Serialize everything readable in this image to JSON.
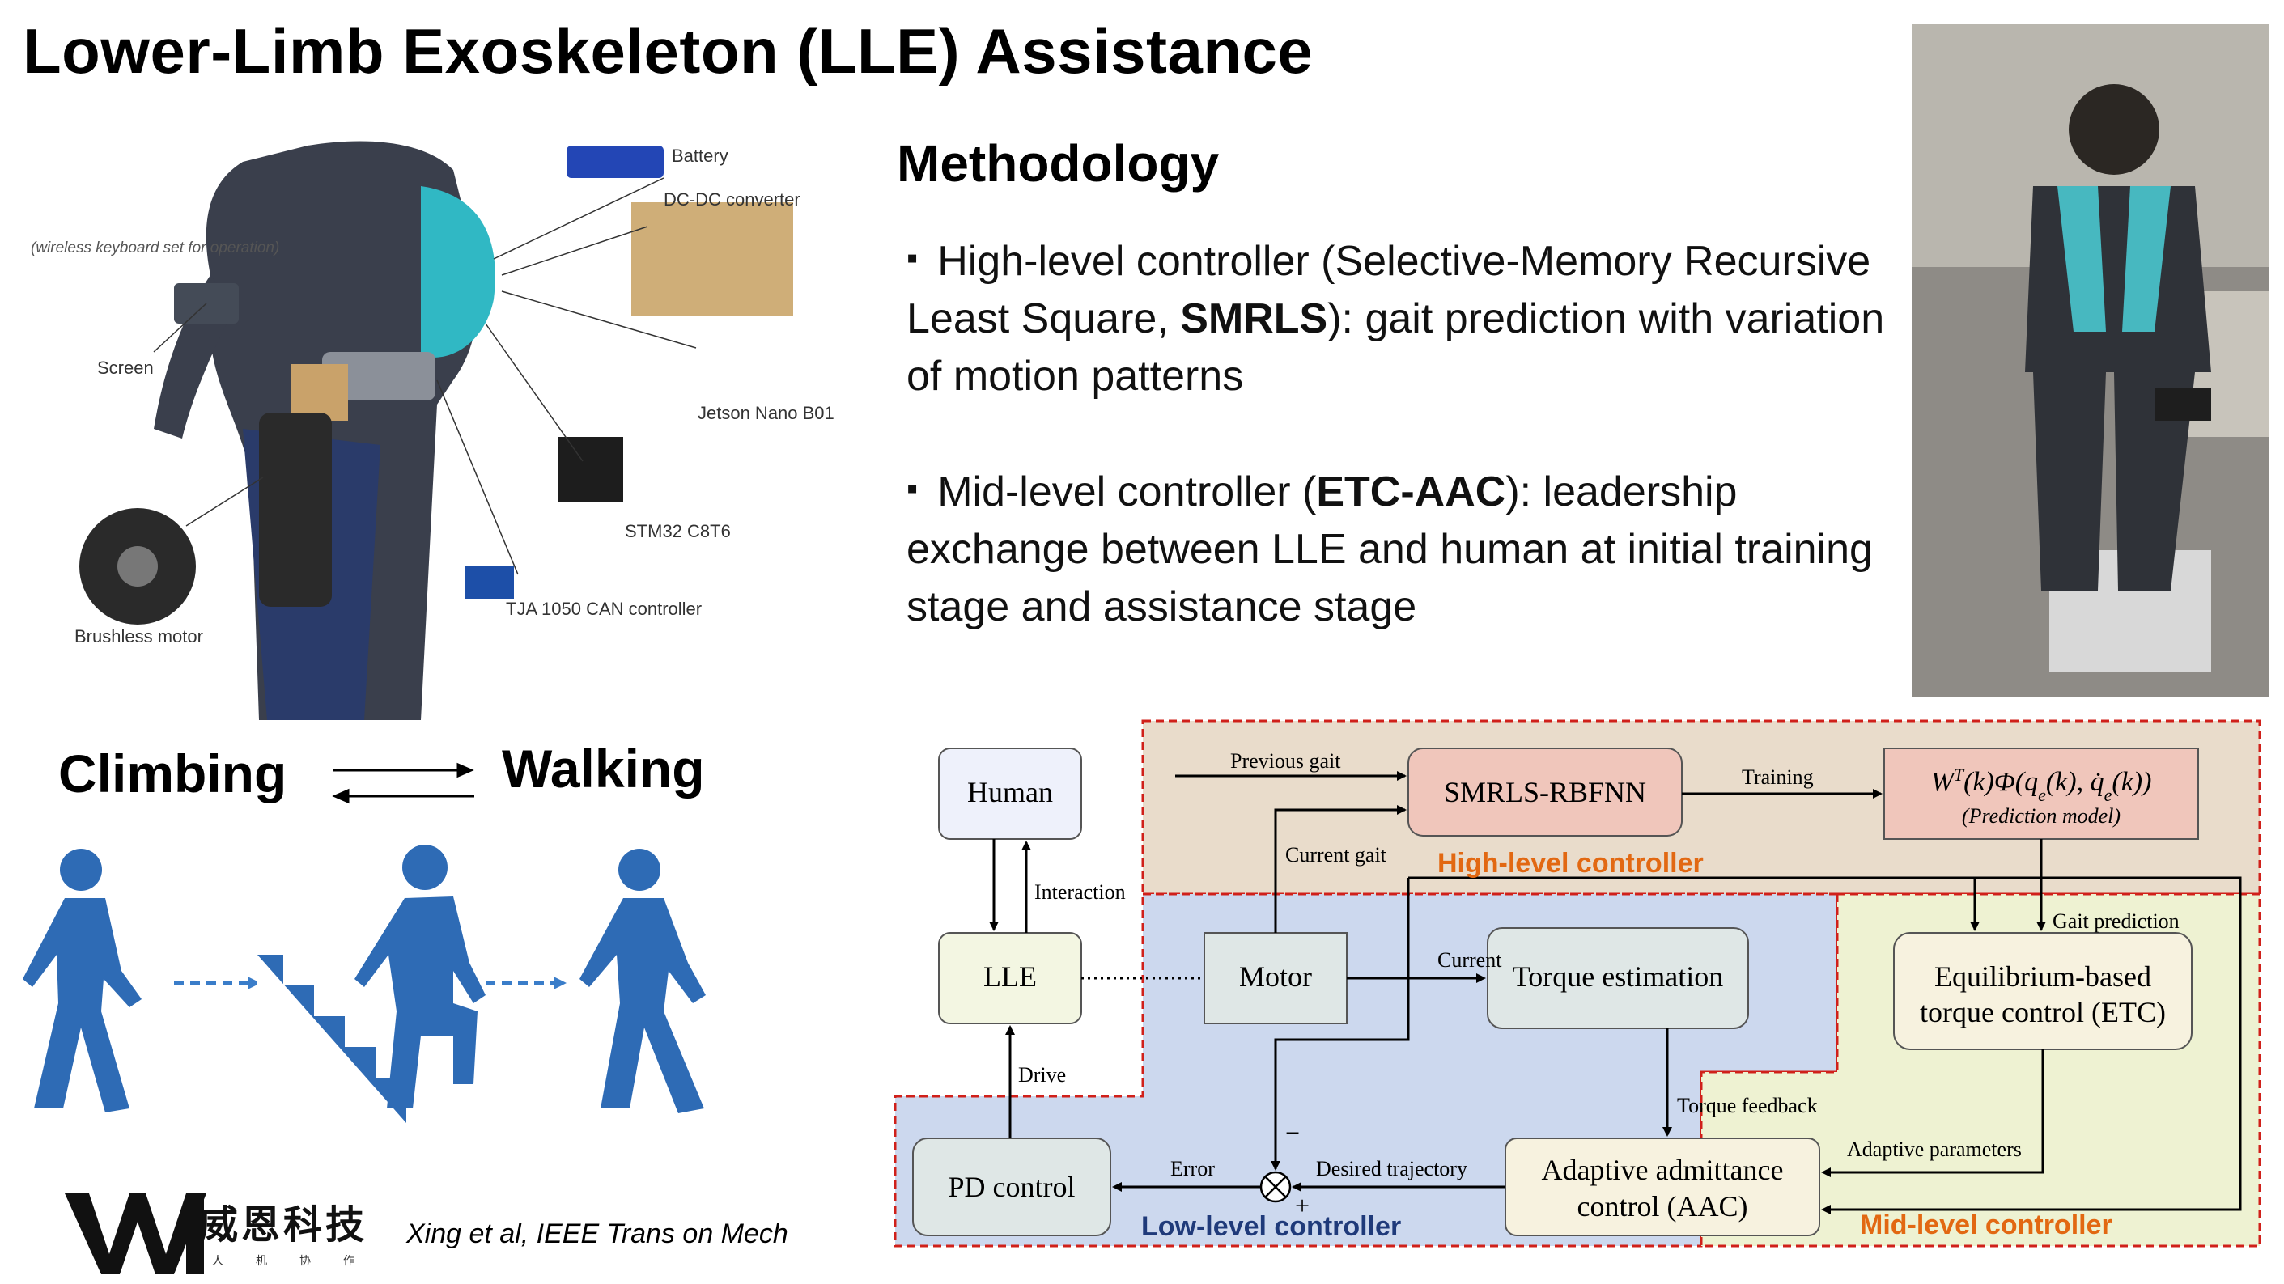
{
  "slide": {
    "title": "Lower-Limb Exoskeleton (LLE) Assistance"
  },
  "methodology": {
    "heading": "Methodology",
    "bullets": [
      {
        "bullet": "▪",
        "prefix": "High-level controller (Selective-Memory Recursive Least Square, ",
        "bold": "SMRLS",
        "suffix": "): gait prediction with variation of motion patterns"
      },
      {
        "bullet": "▪",
        "prefix": "Mid-level controller (",
        "bold": "ETC-AAC",
        "suffix": "): leadership exchange between LLE and human at initial training stage and assistance stage"
      }
    ]
  },
  "hardware_photo": {
    "labels": {
      "battery": "Battery",
      "dcdc": "DC-DC converter",
      "keyboard": "(wireless keyboard set for operation)",
      "screen": "Screen",
      "jetson": "Jetson Nano B01",
      "stm32": "STM32 C8T6",
      "can": "TJA 1050 CAN controller",
      "motor": "Brushless motor"
    }
  },
  "activity": {
    "climbing": "Climbing",
    "walking": "Walking"
  },
  "logo": {
    "name_cn": "威恩科技",
    "sub": "人机协作"
  },
  "citation": "Xing et al, IEEE Trans on Mech",
  "diagram": {
    "blocks": {
      "human": "Human",
      "lle": "LLE",
      "motor": "Motor",
      "torque_est": "Torque estimation",
      "smrls": "SMRLS-RBFNN",
      "etc_line1": "Equilibrium-based",
      "etc_line2": "torque control (ETC)",
      "aac_line1": "Adaptive admittance",
      "aac_line2": "control (AAC)",
      "pd": "PD control",
      "pred_model": "(Prediction model)"
    },
    "signals": {
      "previous_gait": "Previous gait",
      "current_gait": "Current gait",
      "training": "Training",
      "interaction": "Interaction",
      "current": "Current",
      "gait_prediction": "Gait prediction",
      "torque_feedback": "Torque feedback",
      "adaptive_params": "Adaptive parameters",
      "desired_traj": "Desired trajectory",
      "error": "Error",
      "drive": "Drive",
      "minus": "−",
      "plus": "+"
    },
    "regions": {
      "high": "High-level controller",
      "mid": "Mid-level controller",
      "low": "Low-level controller"
    },
    "colors": {
      "high_fill": "#e9dccb",
      "mid_fill": "#eef2d2",
      "low_fill": "#ccd8ee",
      "boundary": "#d0201a",
      "low_label": "#1f3a7a",
      "high_label": "#e26812"
    }
  }
}
